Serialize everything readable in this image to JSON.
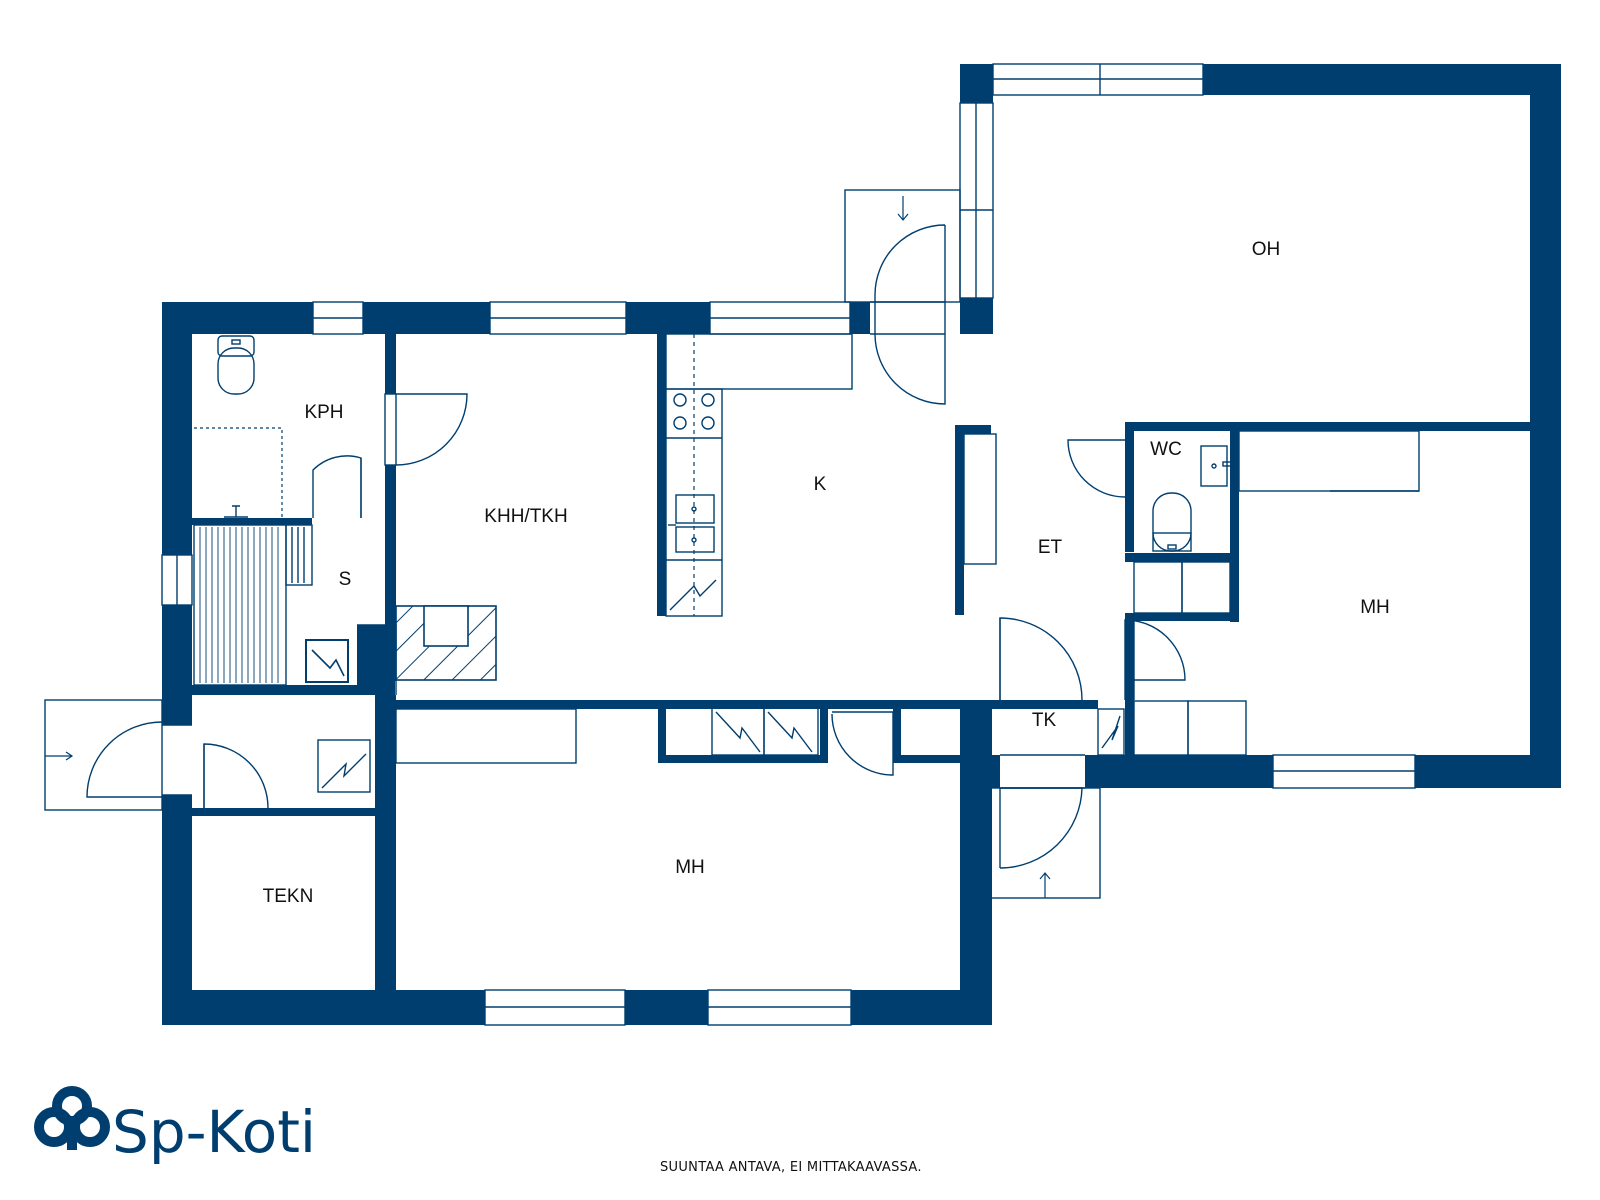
{
  "rooms": {
    "kph": "KPH",
    "s": "S",
    "khh_tkh": "KHH/TKH",
    "k": "K",
    "oh": "OH",
    "wc": "WC",
    "et": "ET",
    "mh_right": "MH",
    "tk": "TK",
    "mh_bottom": "MH",
    "tekn": "TEKN"
  },
  "brand": {
    "name": "Sp-Koti",
    "color": "#003e6f"
  },
  "disclaimer": "SUUNTAA ANTAVA, EI MITTAKAAVASSA.",
  "icons": {
    "logo": "sp-koti-clover-logo",
    "entrance_arrow": "arrow-icon"
  }
}
